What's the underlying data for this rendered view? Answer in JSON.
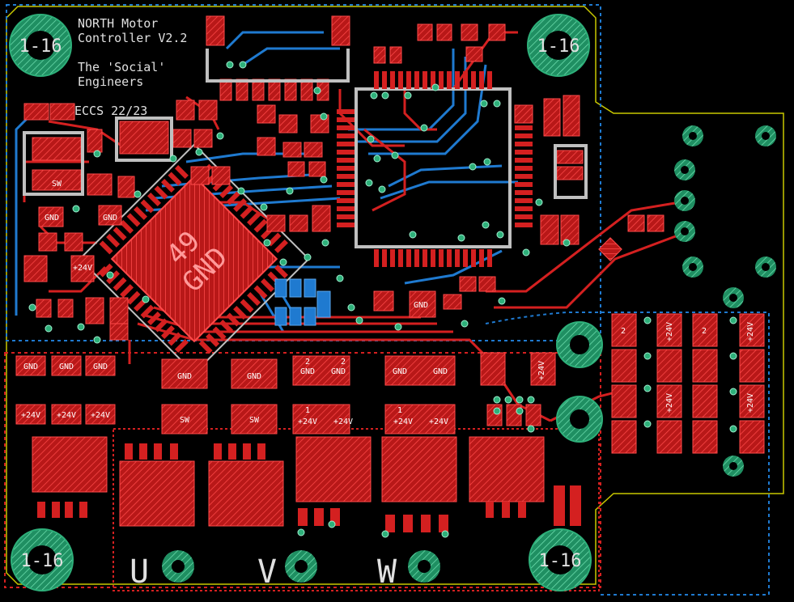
{
  "title_lines": [
    "NORTH Motor",
    "Controller V2.2",
    "The 'Social'",
    "Engineers",
    "ECCS 22/23"
  ],
  "mount_hole_label": "1-16",
  "mcu_label_pin": "49",
  "mcu_label_net": "GND",
  "phase_labels": [
    "U",
    "V",
    "W"
  ],
  "net_labels": {
    "gnd": "GND",
    "v24": "+24V",
    "sw": "SW",
    "pad2": "2",
    "pad1": "1"
  },
  "colors": {
    "board": "#000000",
    "outline": "#c8c800",
    "top_copper": "#d42020",
    "bottom_copper": "#1f7ad0",
    "pad_silver": "#c0c0c0",
    "via": "#2eb07a",
    "silk": "#e0e0e0"
  }
}
